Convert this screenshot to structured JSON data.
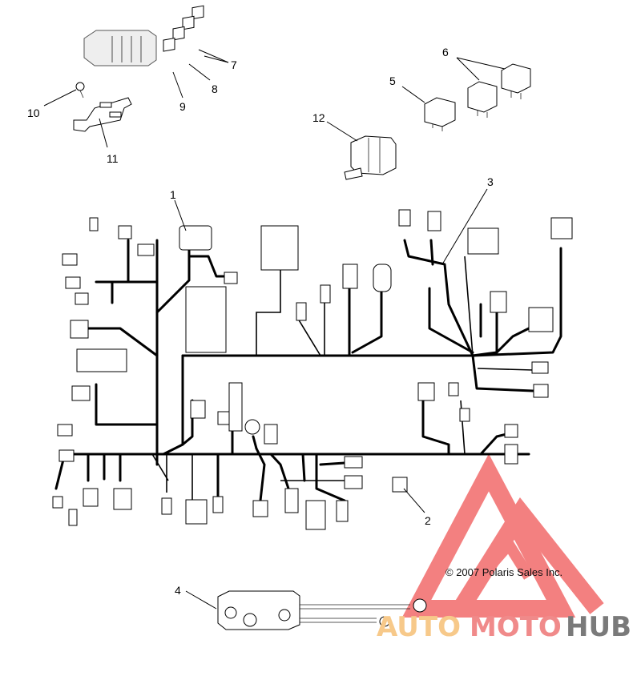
{
  "callouts": {
    "c1": "1",
    "c2": "2",
    "c3": "3",
    "c4": "4",
    "c5": "5",
    "c6": "6",
    "c7": "7",
    "c8": "8",
    "c9": "9",
    "c10": "10",
    "c11": "11",
    "c12": "12"
  },
  "copyright": "© 2007 Polaris Sales Inc.",
  "watermark": {
    "part1": "AUTO",
    "part2": "MOTO",
    "part3": "HUB",
    "colors": {
      "auto": "#f7c98a",
      "moto": "#f08a8a",
      "hub": "#7a7a7a",
      "logo": "#f26b6b"
    }
  },
  "icons": [
    "wiring-harness",
    "relay",
    "fuse-block",
    "fuse",
    "bracket",
    "ground-strap",
    "connector"
  ]
}
